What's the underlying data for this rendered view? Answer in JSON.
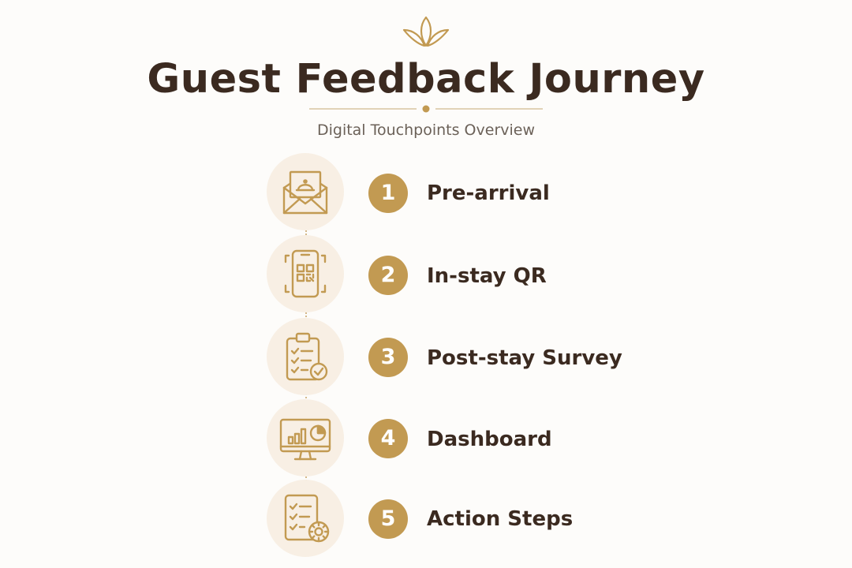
{
  "header": {
    "title": "Guest Feedback Journey",
    "subtitle": "Digital Touchpoints Overview"
  },
  "colors": {
    "accent": "#c29a52",
    "title": "#3b2a20",
    "icon_bg": "#f8efe4",
    "background": "#fdfcfa"
  },
  "steps": [
    {
      "number": "1",
      "label": "Pre-arrival",
      "icon": "envelope-bell-icon"
    },
    {
      "number": "2",
      "label": "In-stay QR",
      "icon": "phone-qr-icon"
    },
    {
      "number": "3",
      "label": "Post-stay Survey",
      "icon": "clipboard-check-icon"
    },
    {
      "number": "4",
      "label": "Dashboard",
      "icon": "monitor-chart-icon"
    },
    {
      "number": "5",
      "label": "Action Steps",
      "icon": "checklist-gear-icon"
    }
  ]
}
